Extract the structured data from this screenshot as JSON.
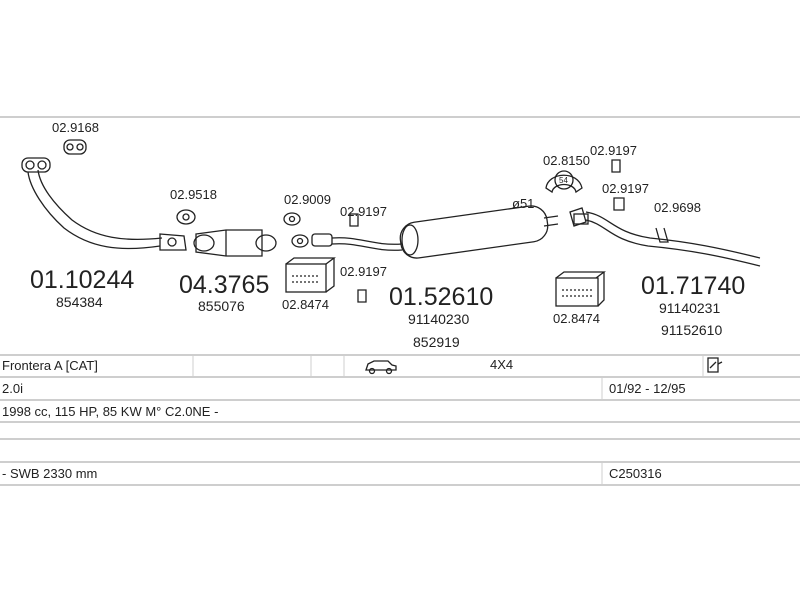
{
  "labels": {
    "gasket_a": "02.9168",
    "gasket_b": "02.9518",
    "gasket_c": "02.9009",
    "clamp_a": "02.9197",
    "clamp_b": "02.9197",
    "kit_a": "02.8474",
    "diameter": "ø51",
    "hanger_a": "02.8150",
    "clamp_c": "02.9197",
    "clamp_d": "02.9197",
    "bracket": "02.9698",
    "kit_b": "02.8474",
    "hanger_size": "54"
  },
  "parts": [
    {
      "number": "01.10244",
      "oe": [
        "854384"
      ]
    },
    {
      "number": "04.3765",
      "oe": [
        "855076"
      ]
    },
    {
      "number": "01.52610",
      "oe": [
        "91140230",
        "852919"
      ]
    },
    {
      "number": "01.71740",
      "oe": [
        "91140231",
        "91152610"
      ]
    }
  ],
  "table": {
    "model": "Frontera A  [CAT]",
    "drive": "4X4",
    "engine": "2.0i",
    "period": "01/92 - 12/95",
    "specs": "1998 cc, 115 HP, 85 KW M° C2.0NE -",
    "wheelbase": "- SWB 2330 mm",
    "code": "C250316"
  },
  "icons": [
    "car-icon",
    "document-icon"
  ]
}
